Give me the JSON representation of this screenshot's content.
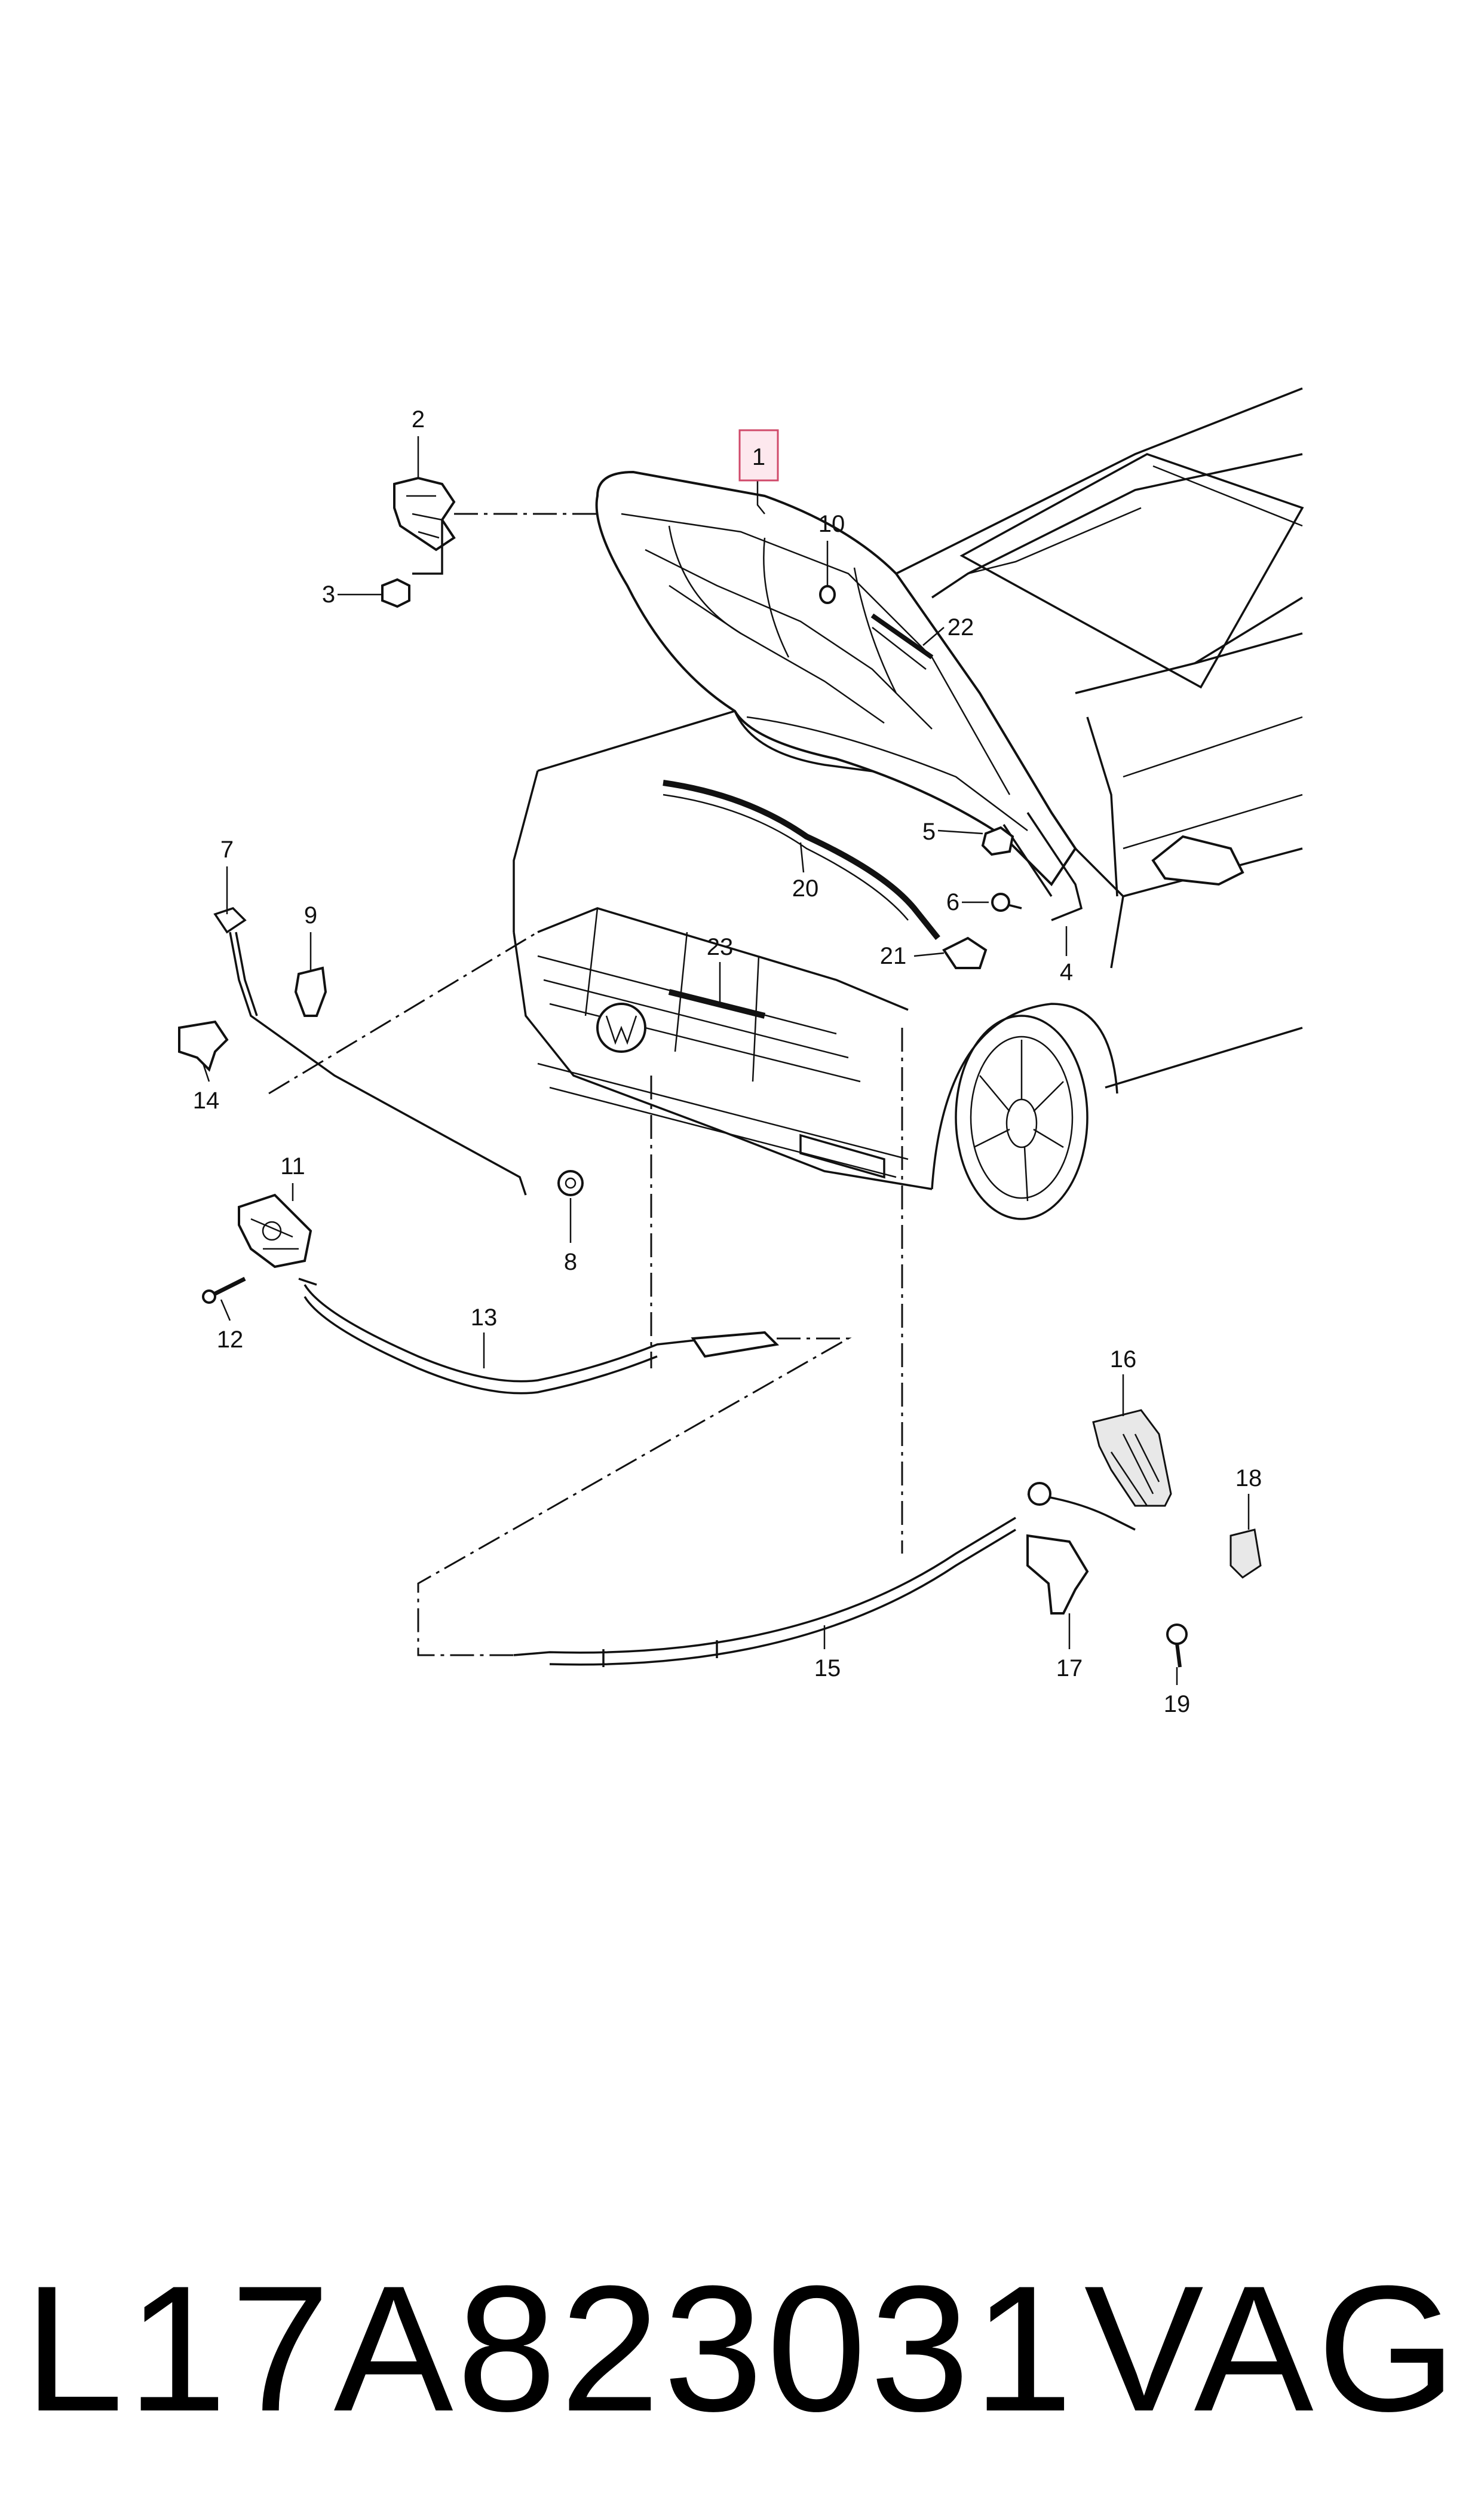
{
  "diagram": {
    "callouts": {
      "c1": "1",
      "c2": "2",
      "c3": "3",
      "c4": "4",
      "c5": "5",
      "c6": "6",
      "c7": "7",
      "c8": "8",
      "c9": "9",
      "c10": "10",
      "c11": "11",
      "c12": "12",
      "c13": "13",
      "c14": "14",
      "c15": "15",
      "c16": "16",
      "c17": "17",
      "c18": "18",
      "c19": "19",
      "c20": "20",
      "c21": "21",
      "c22": "22",
      "c23": "23"
    },
    "highlighted_callout": "1",
    "highlight_color": "#d04a6a"
  },
  "footer": {
    "part_number": "L17A823031",
    "brand": "VAG"
  }
}
